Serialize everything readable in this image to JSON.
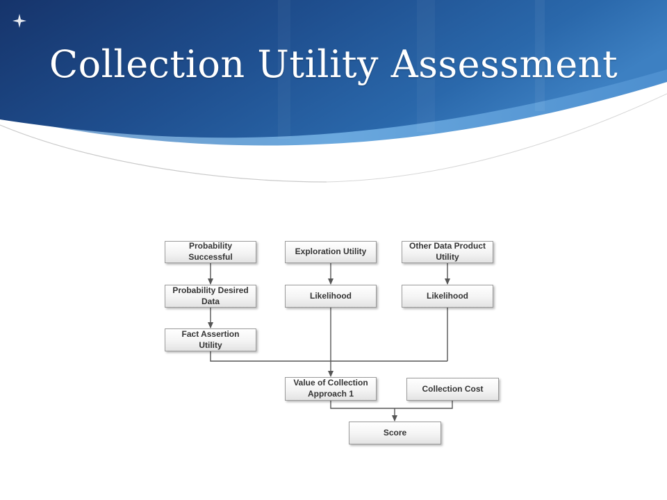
{
  "slide": {
    "title": "Collection Utility Assessment",
    "colors": {
      "header_dark": "#16346b",
      "header_mid": "#1f5aa0",
      "header_light": "#5b9ad6",
      "node_border": "#9a9a9a",
      "node_text": "#333333",
      "connector": "#555555"
    }
  },
  "diagram": {
    "nodes": {
      "probability_successful": "Probability Successful",
      "probability_desired_data": "Probability Desired\nData",
      "fact_assertion_utility": "Fact Assertion Utility",
      "exploration_utility": "Exploration Utility",
      "likelihood_exploration": "Likelihood",
      "other_data_product_utility": "Other Data Product\nUtility",
      "likelihood_other": "Likelihood",
      "value_of_collection_approach": "Value of Collection\nApproach 1",
      "collection_cost": "Collection Cost",
      "score": "Score"
    }
  }
}
